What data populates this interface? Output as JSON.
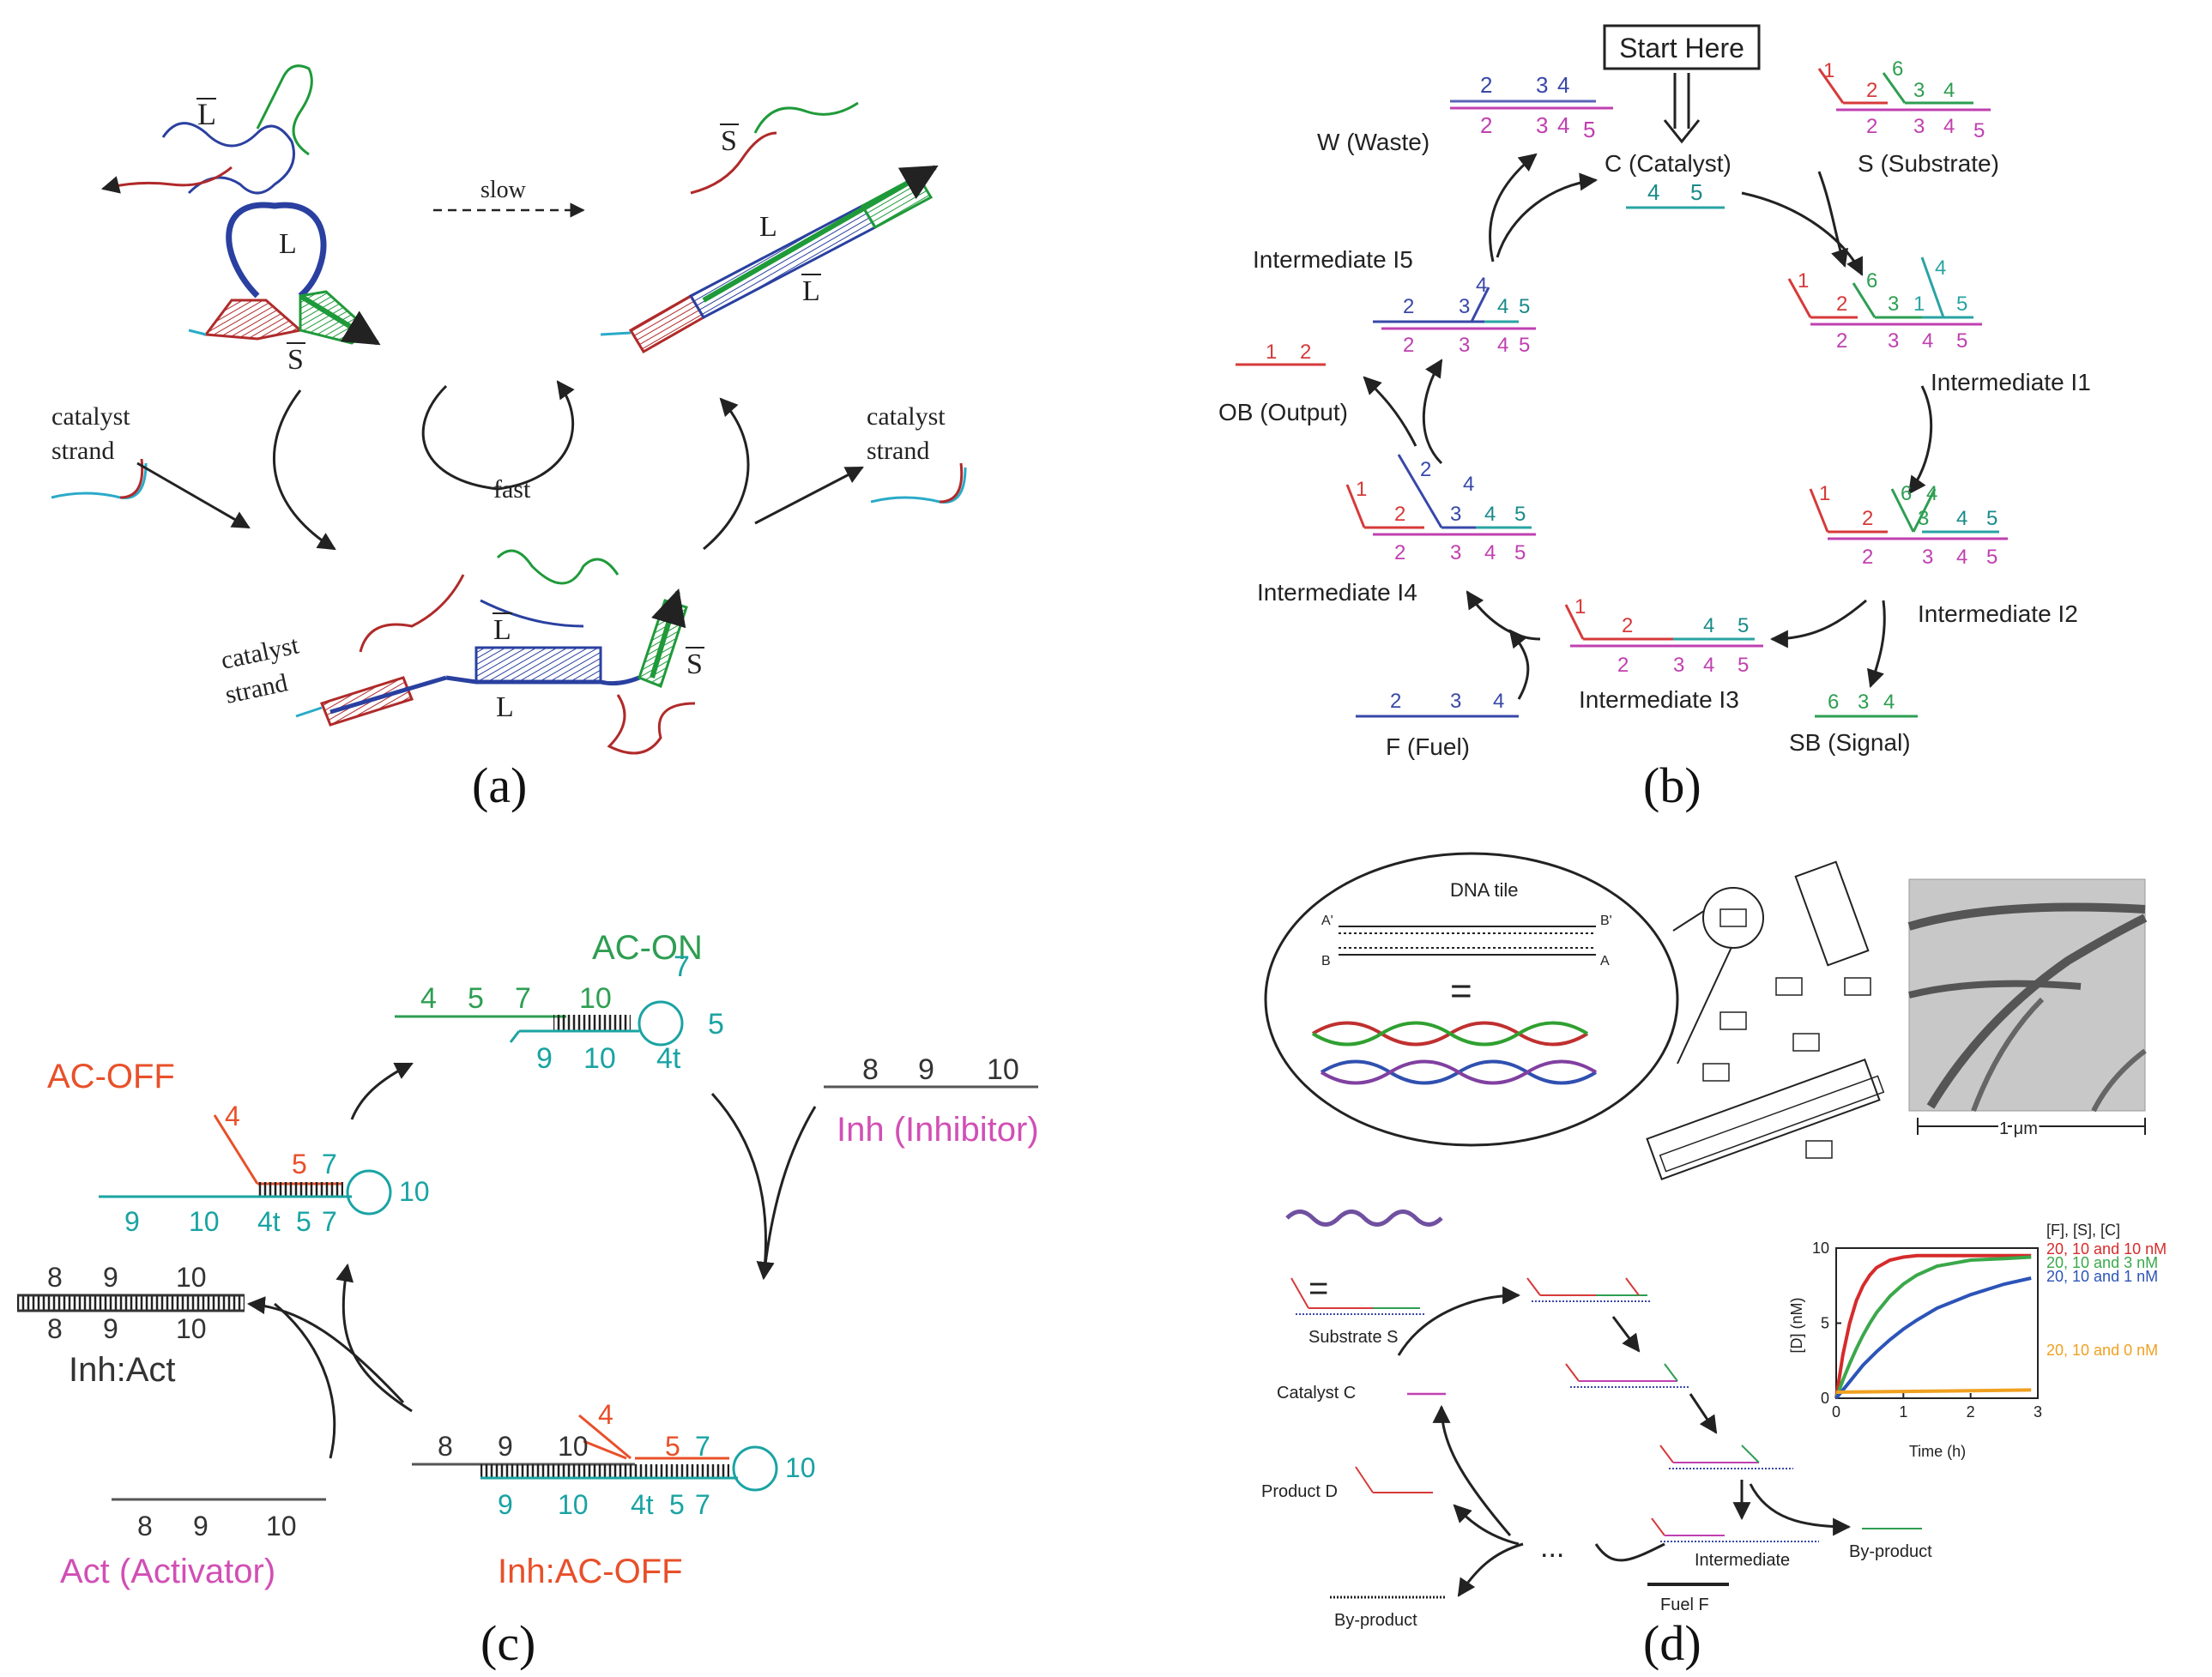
{
  "panels": {
    "a": {
      "label": "(a)",
      "texts": {
        "l_bar_top": "L",
        "s_bar_top": "S",
        "slow": "slow",
        "loop_L": "L",
        "duplex_L": "L",
        "duplex_Lbar": "L",
        "s_bar_left": "S",
        "catalyst_left_1": "catalyst",
        "catalyst_left_2": "strand",
        "catalyst_right_1": "catalyst",
        "catalyst_right_2": "strand",
        "fast": "fast",
        "l_bar_bottom": "L",
        "s_bar_bottom": "S",
        "catalyst_bottom_1": "catalyst",
        "catalyst_bottom_2": "strand",
        "l_bottom": "L"
      }
    },
    "b": {
      "label": "(b)",
      "start_here": "Start Here",
      "species": {
        "waste": "W (Waste)",
        "catalyst": "C (Catalyst)",
        "substrate": "S (Substrate)",
        "i5": "Intermediate I5",
        "i1": "Intermediate I1",
        "output": "OB (Output)",
        "i4": "Intermediate I4",
        "i2": "Intermediate I2",
        "i3": "Intermediate I3",
        "fuel": "F (Fuel)",
        "signal": "SB (Signal)"
      },
      "domains": {
        "waste_top": [
          "2",
          "3",
          "4"
        ],
        "waste_bottom": [
          "2",
          "3",
          "4",
          "5"
        ],
        "catalyst": [
          "4",
          "5"
        ],
        "substrate_top": [
          "1",
          "2",
          "6",
          "3",
          "4"
        ],
        "substrate_bottom": [
          "2",
          "3",
          "4",
          "5"
        ],
        "i5_top": [
          "2",
          "3",
          "4",
          "4",
          "5"
        ],
        "i5_bottom": [
          "2",
          "3",
          "4",
          "5"
        ],
        "i1_top": [
          "1",
          "2",
          "6",
          "3",
          "1",
          "4",
          "5"
        ],
        "i1_bottom": [
          "2",
          "3",
          "4",
          "5"
        ],
        "output": [
          "1",
          "2"
        ],
        "i4_top": [
          "1",
          "2",
          "2",
          "3",
          "4",
          "4",
          "5"
        ],
        "i4_bottom": [
          "2",
          "3",
          "4",
          "5"
        ],
        "i2_top": [
          "1",
          "2",
          "6",
          "4",
          "3",
          "4",
          "5"
        ],
        "i2_bottom": [
          "2",
          "3",
          "4",
          "5"
        ],
        "i3_top": [
          "1",
          "2",
          "4",
          "5"
        ],
        "i3_bottom": [
          "2",
          "3",
          "4",
          "5"
        ],
        "fuel": [
          "2",
          "3",
          "4"
        ],
        "signal": [
          "6",
          "3",
          "4"
        ]
      }
    },
    "c": {
      "label": "(c)",
      "species": {
        "ac_on": "AC-ON",
        "ac_off": "AC-OFF",
        "inh": "Inh (Inhibitor)",
        "inh_act": "Inh:Act",
        "act": "Act (Activator)",
        "inh_ac_off": "Inh:AC-OFF"
      },
      "domains": {
        "ac_on_top": [
          "4",
          "5",
          "7",
          "10"
        ],
        "ac_on_right": [
          "7",
          "5"
        ],
        "ac_on_bottom": [
          "9",
          "10",
          "4t"
        ],
        "inh": [
          "8",
          "9",
          "10"
        ],
        "ac_off_top": [
          "4",
          "5",
          "7"
        ],
        "ac_off_loop": "10",
        "ac_off_bottom": [
          "9",
          "10",
          "4t",
          "5",
          "7"
        ],
        "inh_act_top": [
          "8",
          "9",
          "10"
        ],
        "inh_act_bottom": [
          "8",
          "9",
          "10"
        ],
        "inh_ac_off_top": [
          "8",
          "9",
          "10",
          "4",
          "5",
          "7"
        ],
        "inh_ac_off_loop": "10",
        "inh_ac_off_bottom": [
          "9",
          "10",
          "4t",
          "5",
          "7"
        ],
        "act": [
          "8",
          "9",
          "10"
        ]
      },
      "colors": {
        "teal": "#1aa3a3",
        "green": "#2e9e52",
        "orange": "#e8502a",
        "magenta": "#d14fb5",
        "dark": "#333333"
      }
    },
    "d": {
      "label": "(d)",
      "dna_tile": "DNA tile",
      "tile_ends": [
        "A'",
        "B'",
        "B",
        "A"
      ],
      "equals": "=",
      "scalebar": "1 μm",
      "scheme": {
        "substrate": "Substrate S",
        "catalyst": "Catalyst C",
        "product": "Product D",
        "intermediate": "Intermediate",
        "byproduct_right": "By-product",
        "byproduct_left": "By-product",
        "fuel": "Fuel F",
        "ellipsis": "..."
      }
    }
  },
  "chart_data": {
    "type": "line",
    "title": "",
    "xlabel": "Time (h)",
    "ylabel": "[D] (nM)",
    "xlim": [
      0,
      3
    ],
    "ylim": [
      0,
      10
    ],
    "x_ticks": [
      "0",
      "1",
      "2",
      "3"
    ],
    "y_ticks": [
      "0",
      "5",
      "10"
    ],
    "legend_title": "[F], [S], [C]",
    "series": [
      {
        "name": "20, 10 and 10 nM",
        "color": "#d62b2b",
        "x": [
          0,
          0.1,
          0.2,
          0.3,
          0.4,
          0.5,
          0.6,
          0.8,
          1.0,
          1.2,
          1.5,
          2.0,
          2.5,
          2.9
        ],
        "y": [
          0,
          2.9,
          5.0,
          6.5,
          7.5,
          8.2,
          8.7,
          9.2,
          9.4,
          9.5,
          9.5,
          9.5,
          9.5,
          9.5
        ]
      },
      {
        "name": "20, 10 and 3 nM",
        "color": "#3aa84a",
        "x": [
          0,
          0.1,
          0.2,
          0.3,
          0.4,
          0.5,
          0.6,
          0.8,
          1.0,
          1.2,
          1.5,
          2.0,
          2.5,
          2.9
        ],
        "y": [
          0,
          1.2,
          2.3,
          3.3,
          4.2,
          5.0,
          5.7,
          6.8,
          7.6,
          8.2,
          8.8,
          9.2,
          9.3,
          9.4
        ]
      },
      {
        "name": "20, 10 and 1 nM",
        "color": "#2c54b8",
        "x": [
          0,
          0.2,
          0.4,
          0.6,
          0.8,
          1.0,
          1.2,
          1.5,
          2.0,
          2.5,
          2.9
        ],
        "y": [
          0,
          1.1,
          2.2,
          3.1,
          3.9,
          4.6,
          5.2,
          6.0,
          6.9,
          7.6,
          8.0
        ]
      },
      {
        "name": "20, 10 and 0 nM",
        "color": "#f0a020",
        "x": [
          0,
          1,
          2,
          2.9
        ],
        "y": [
          0.4,
          0.45,
          0.5,
          0.55
        ]
      }
    ]
  }
}
